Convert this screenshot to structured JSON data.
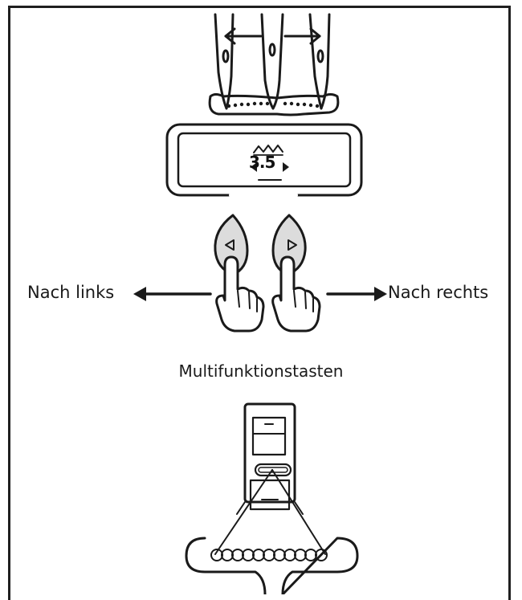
{
  "labels": {
    "left": "Nach links",
    "right": "Nach rechts",
    "caption": "Multifunktionstasten"
  },
  "display": {
    "value": "3.5",
    "stitch_icon": "zigzag-stitch-icon"
  },
  "buttons": {
    "left_icon": "left-triangle-icon",
    "right_icon": "right-triangle-icon"
  },
  "colors": {
    "stroke": "#1a1a1a",
    "button_fill": "#dcdcdc",
    "background": "#ffffff"
  }
}
